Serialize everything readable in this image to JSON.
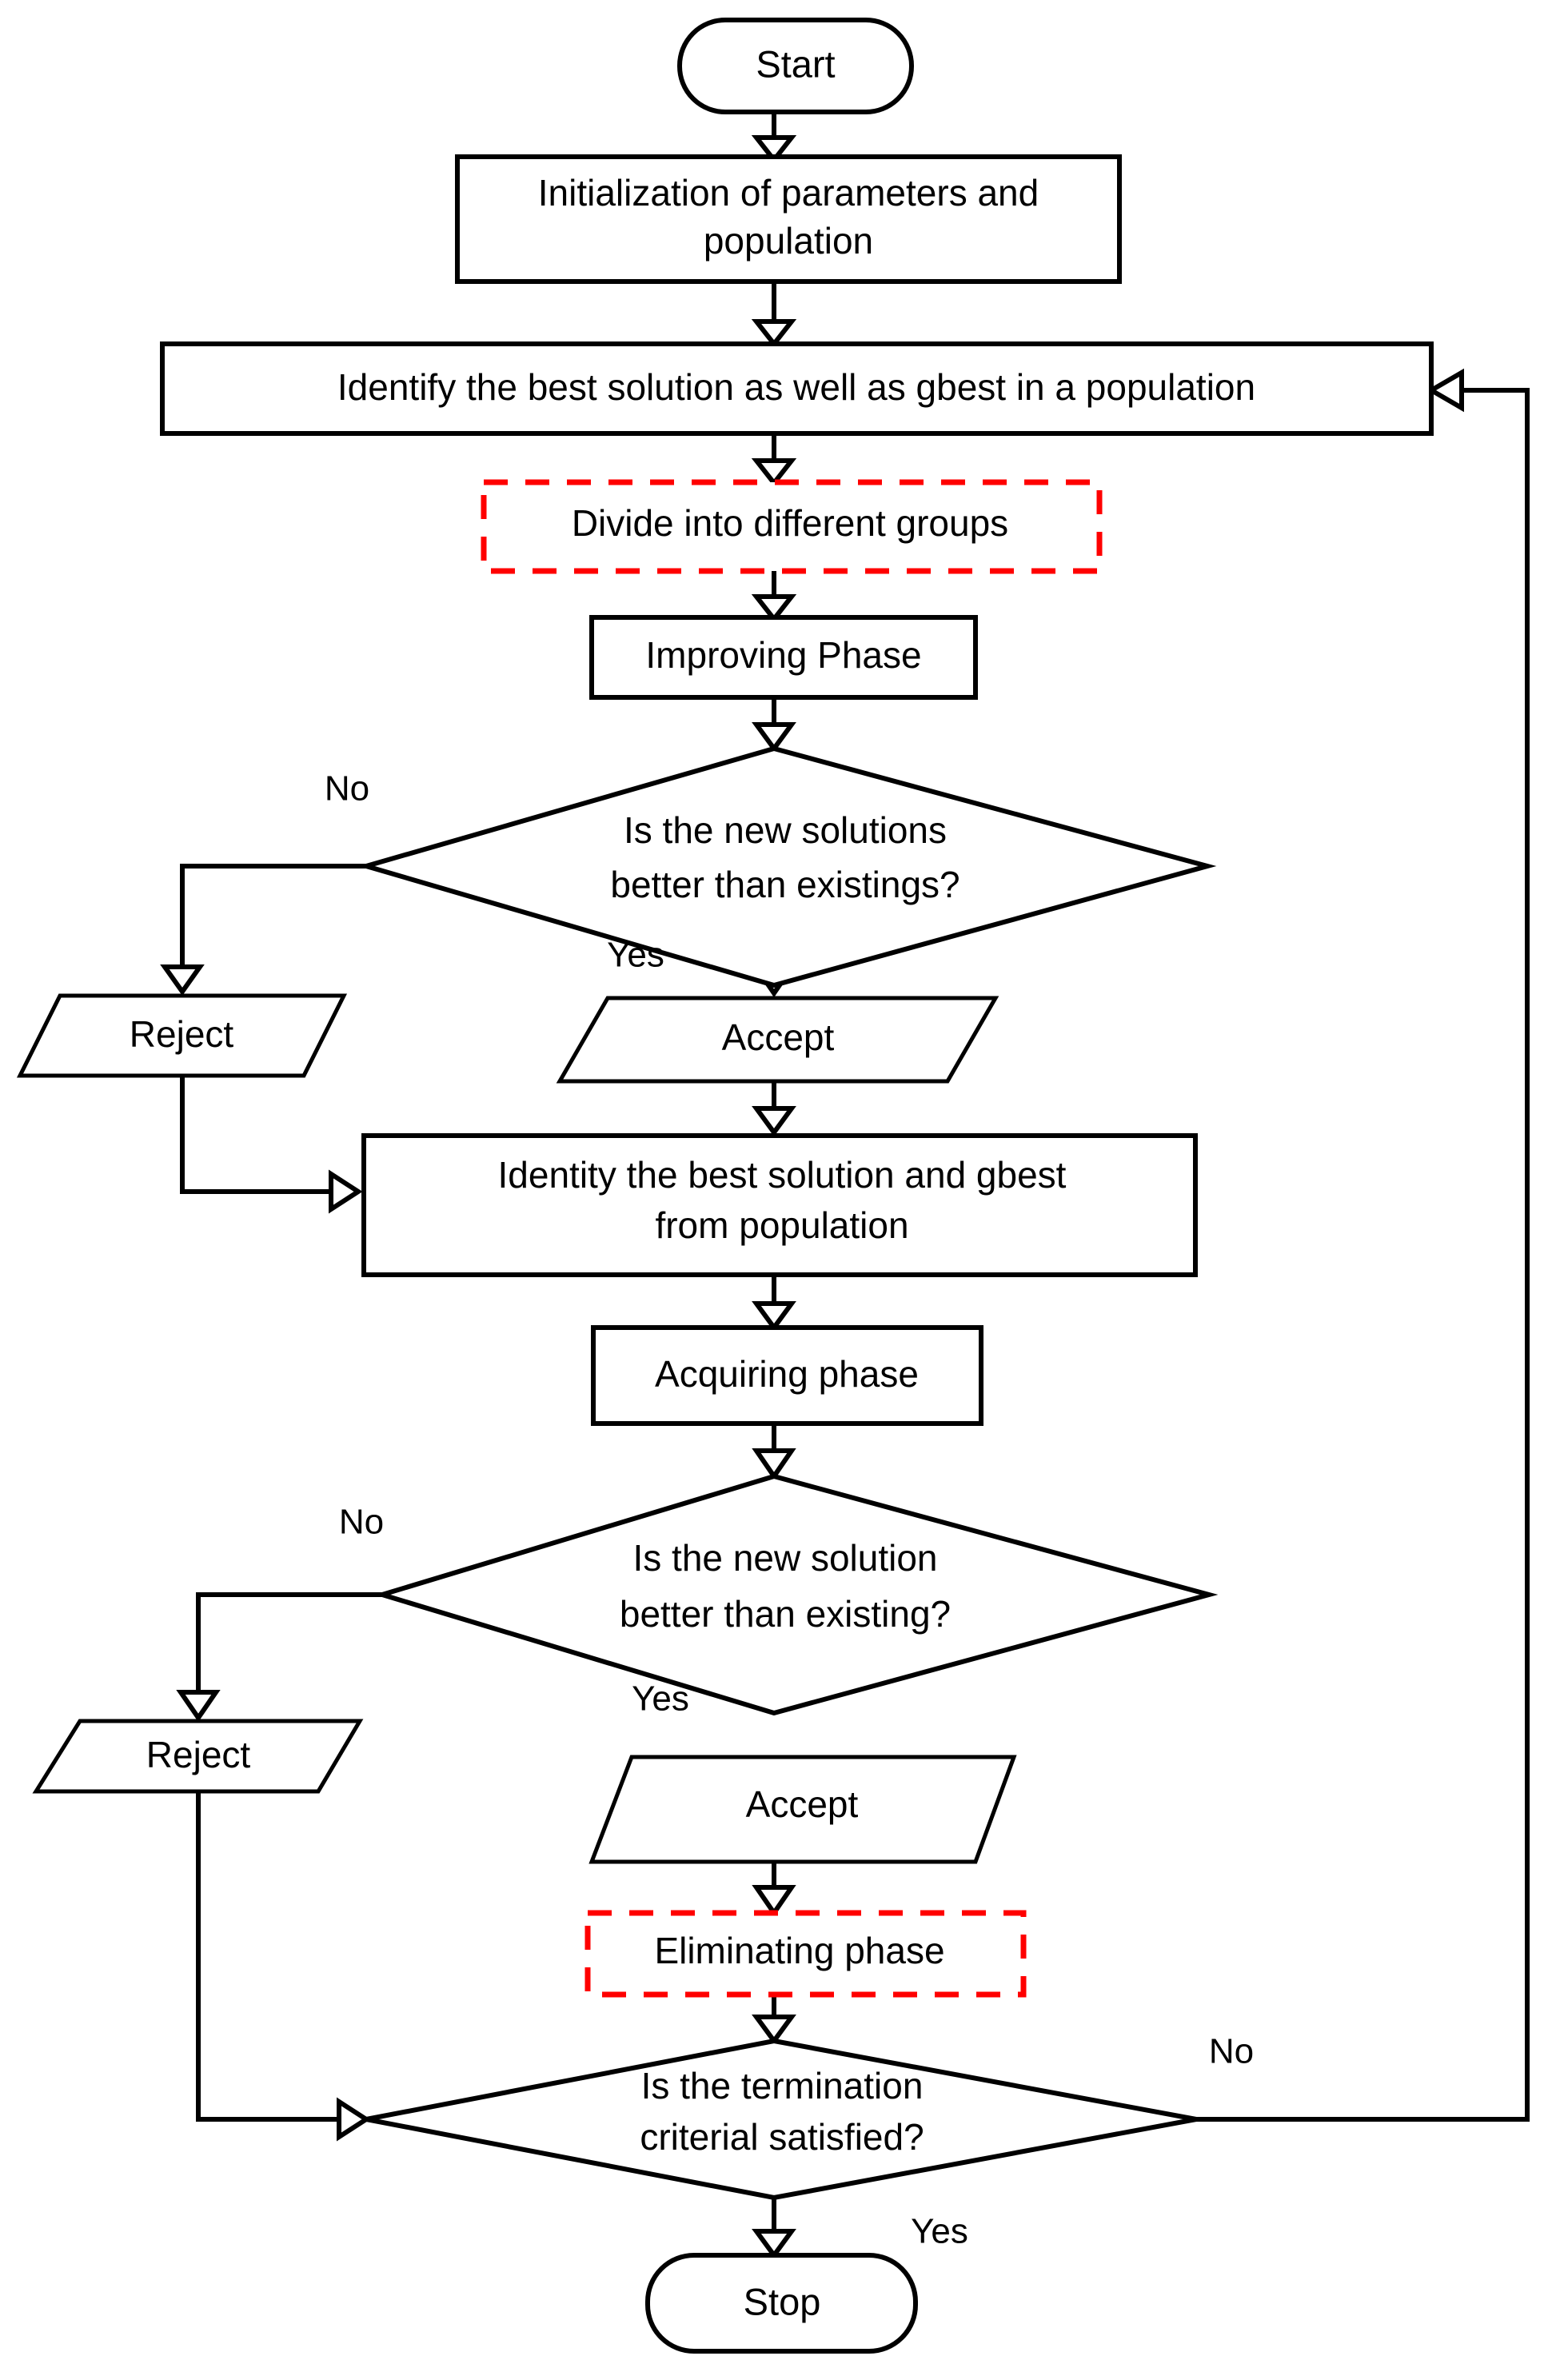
{
  "diagram": {
    "title": "Algorithm flowchart",
    "colors": {
      "stroke": "#000000",
      "background": "#ffffff",
      "highlight": "#ff0000"
    },
    "nodes": {
      "start": {
        "label": "Start",
        "shape": "terminator"
      },
      "init": {
        "label_line1": "Initialization of parameters and",
        "label_line2": "population",
        "shape": "process"
      },
      "identify_gbest": {
        "label": "Identify the best solution as well as gbest in a population",
        "shape": "process"
      },
      "divide_groups": {
        "label": "Divide into different groups",
        "shape": "process-highlighted"
      },
      "improving_phase": {
        "label": "Improving Phase",
        "shape": "process"
      },
      "decision_improving": {
        "label_line1": "Is the new solutions",
        "label_line2": "better than existings?",
        "shape": "decision"
      },
      "reject_improving": {
        "label": "Reject",
        "shape": "data"
      },
      "accept_improving": {
        "label": "Accept",
        "shape": "data"
      },
      "identity_gbest": {
        "label_line1": "Identity the best solution and gbest",
        "label_line2": "from population",
        "shape": "process"
      },
      "acquiring_phase": {
        "label": "Acquiring phase",
        "shape": "process"
      },
      "decision_acquiring": {
        "label_line1": "Is the new solution",
        "label_line2": "better than existing?",
        "shape": "decision"
      },
      "reject_acquiring": {
        "label": "Reject",
        "shape": "data"
      },
      "accept_acquiring": {
        "label": "Accept",
        "shape": "data"
      },
      "eliminating_phase": {
        "label": "Eliminating phase",
        "shape": "process-highlighted"
      },
      "decision_termination": {
        "label_line1": "Is the termination",
        "label_line2": "criterial satisfied?",
        "shape": "decision"
      },
      "stop": {
        "label": "Stop",
        "shape": "terminator"
      }
    },
    "edge_labels": {
      "improving_no": "No",
      "improving_yes": "Yes",
      "acquiring_no": "No",
      "acquiring_yes": "Yes",
      "termination_no": "No",
      "termination_yes": "Yes"
    }
  }
}
